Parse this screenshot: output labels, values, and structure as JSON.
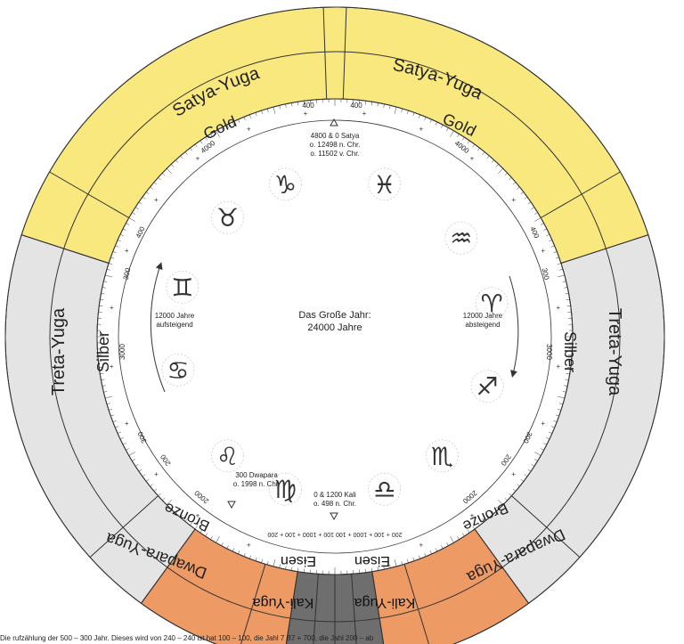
{
  "colors": {
    "gold": "#f8e87e",
    "silver": "#e4e4e4",
    "bronze": "#ee9a64",
    "iron": "#6e6e6e",
    "line": "#333333"
  },
  "yugas": {
    "satya": {
      "outer": "Satya-Yuga",
      "metal": "Gold"
    },
    "treta": {
      "outer": "Treta-Yuga",
      "metal": "Silber"
    },
    "dwapara": {
      "outer": "Dwapara-Yuga",
      "metal": "Bronze"
    },
    "kali": {
      "outer": "Kali-Yuga",
      "metal": "Eisen"
    }
  },
  "center": {
    "line1": "Das Große Jahr:",
    "line2": "24000 Jahre"
  },
  "sides": {
    "left": {
      "line1": "12000 Jahre",
      "line2": "aufsteigend"
    },
    "right": {
      "line1": "12000 Jahre",
      "line2": "absteigend"
    }
  },
  "markers": {
    "top": {
      "line1": "4800 & 0 Satya",
      "line2": "o. 12498 n. Chr.",
      "line3": "o. 11502 v. Chr."
    },
    "bottom": {
      "line1": "0 & 1200 Kali",
      "line2": "o. 498 n. Chr."
    },
    "lower_left": {
      "line1": "300 Dwapara",
      "line2": "o. 1998 n. Chr."
    }
  },
  "scale_labels": {
    "top_left": "400",
    "top_right": "400",
    "upper_left_4000": "4000",
    "upper_right_4000": "4000",
    "left_400": "400",
    "left_300": "300",
    "left_3000": "3000",
    "left_300b": "300",
    "right_400": "400",
    "right_300": "300",
    "right_3000": "3000",
    "right_300b": "300",
    "lower_left_200": "200",
    "lower_left_2000": "2000",
    "lower_right_200": "200",
    "lower_right_2000": "2000",
    "bottom_row": "200 + 100 + 1000 + 100 100 + 1000 + 100 + 200"
  },
  "zodiac": [
    {
      "name": "Steinbock",
      "glyph": "♑"
    },
    {
      "name": "Fische",
      "glyph": "♓"
    },
    {
      "name": "Wassermann",
      "glyph": "♒"
    },
    {
      "name": "Widder",
      "glyph": "♈"
    },
    {
      "name": "Schütze",
      "glyph": "♐"
    },
    {
      "name": "Skorpion",
      "glyph": "♏"
    },
    {
      "name": "Waage",
      "glyph": "♎"
    },
    {
      "name": "Jungfrau",
      "glyph": "♍"
    },
    {
      "name": "Löwe",
      "glyph": "♌"
    },
    {
      "name": "Krebs",
      "glyph": "♋"
    },
    {
      "name": "Zwillinge",
      "glyph": "♊"
    },
    {
      "name": "Stier",
      "glyph": "♉"
    }
  ],
  "caption": "Die rufzählung der 500 – 300 Jahr. Dieses wird von 240 – 240 ist hat 100 – 100, die Jahl 7 B7 + 700, die Jahl 200 – ab"
}
